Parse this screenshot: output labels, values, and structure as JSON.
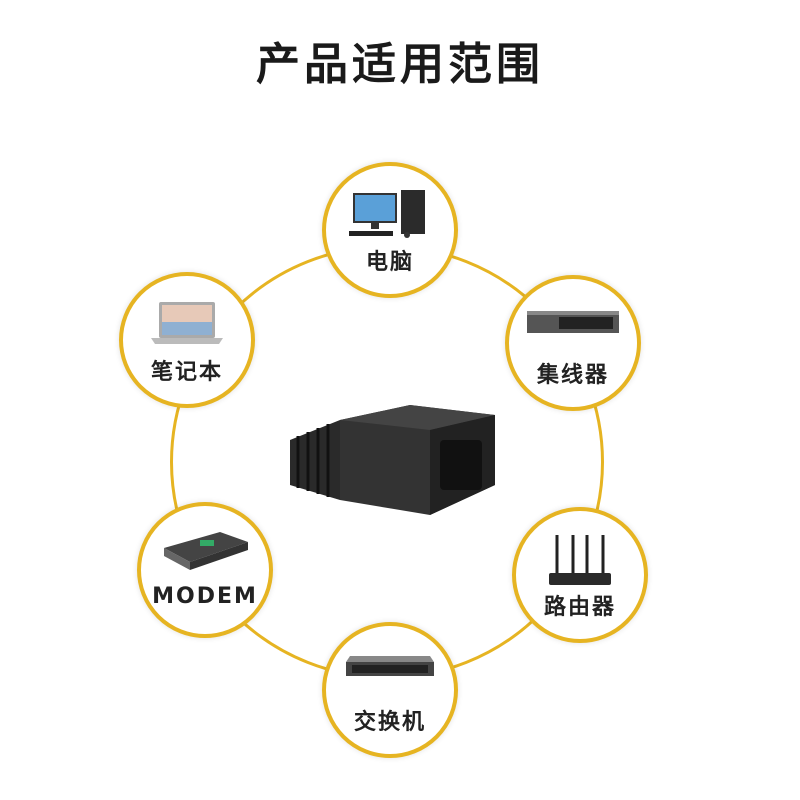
{
  "title": "产品适用范围",
  "colors": {
    "accent": "#e6b422",
    "text": "#222222"
  },
  "devices": [
    {
      "label": "电脑",
      "icon": "desktop-computer-icon"
    },
    {
      "label": "集线器",
      "icon": "network-hub-icon"
    },
    {
      "label": "路由器",
      "icon": "router-icon"
    },
    {
      "label": "交换机",
      "icon": "network-switch-icon"
    },
    {
      "label": "MODEM",
      "icon": "modem-icon"
    },
    {
      "label": "笔记本",
      "icon": "laptop-icon"
    }
  ]
}
